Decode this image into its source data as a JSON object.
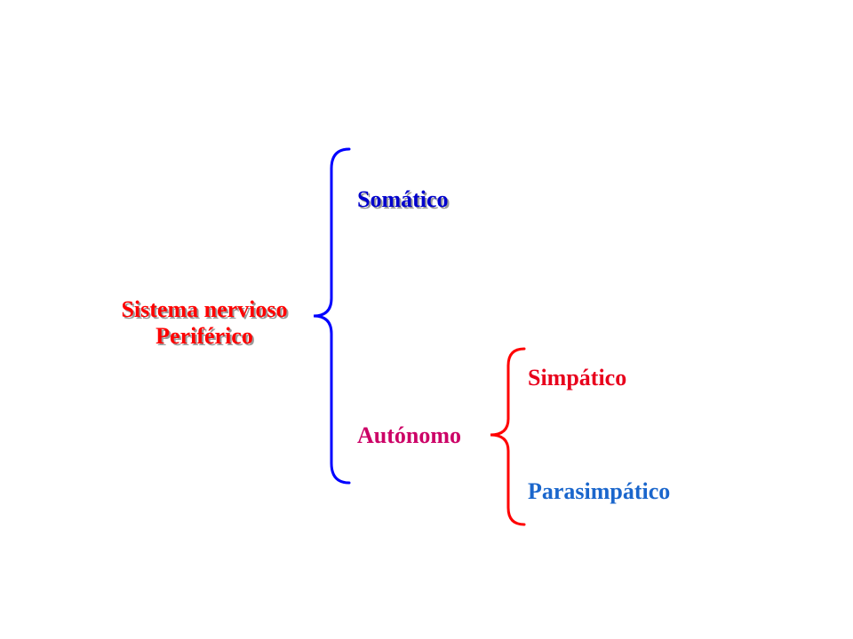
{
  "diagram": {
    "root": {
      "line1": "Sistema nervioso",
      "line2": "Periférico"
    },
    "branches": {
      "somatic": "Somático",
      "autonomic": "Autónomo"
    },
    "sub_branches": {
      "sympathetic": "Simpático",
      "parasympathetic": "Parasimpático"
    }
  },
  "colors": {
    "root": "#ff0000",
    "somatic": "#0000cc",
    "autonomic": "#cc0066",
    "sympathetic": "#e8001c",
    "parasympathetic": "#1a66cc",
    "brace_main": "#0000ff",
    "brace_sub": "#ff0000"
  }
}
